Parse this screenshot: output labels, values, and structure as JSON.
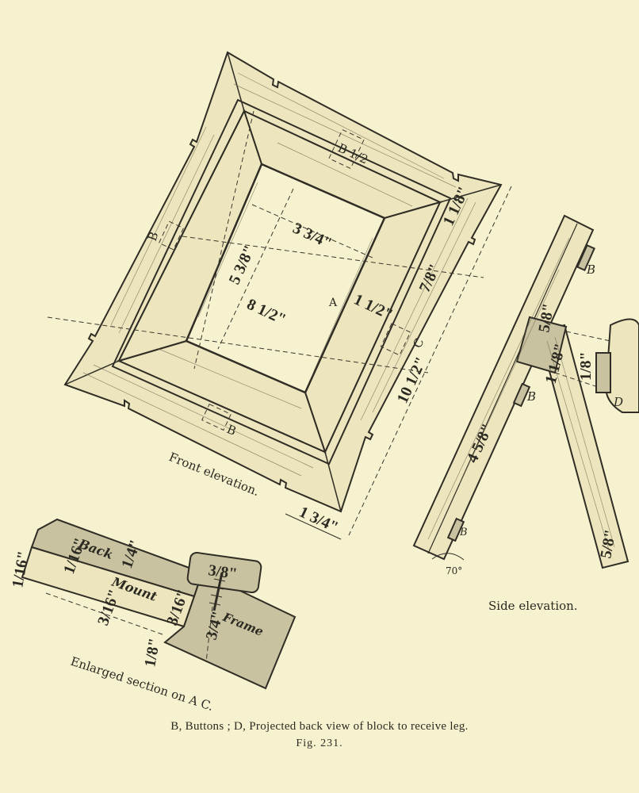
{
  "labels": {
    "front_elevation": "Front elevation.",
    "side_elevation": "Side elevation.",
    "enlarged_section": "Enlarged section on A C."
  },
  "letters": {
    "a": "A",
    "b": "B",
    "c": "C",
    "d": "D",
    "b_half": "B 1/2"
  },
  "dimensions": {
    "outer_height": "10 1/2\"",
    "opening_width": "3 3/4\"",
    "opening_height": "5 3/8\"",
    "inner_width": "8 1/2\"",
    "border_width": "1 1/2\"",
    "bottom_width": "1 3/4\"",
    "top_right": "1 1/8\"",
    "right_small": "7/8\"",
    "leg_length": "4 5/8\"",
    "leg_block": "1 1/8\"",
    "leg_angle": "70°",
    "leg_foot": "5/8\"",
    "block_top": "5/8\"",
    "side_small": "1/8\"",
    "sec_back": "1/4\"",
    "sec_mount": "1/16\"",
    "sec_width": "3/16\"",
    "sec_frame_depth": "3/4\"",
    "sec_depth": "3/16\"",
    "sec_bottom": "1/8\"",
    "sec_left": "1/16\"",
    "sec_button": "3/8\""
  },
  "section_parts": {
    "back": "Back",
    "mount": "Mount",
    "frame": "Frame"
  },
  "caption": {
    "text": "B, Buttons ; D, Projected back view of block to receive leg.",
    "figure": "Fig. 231."
  }
}
